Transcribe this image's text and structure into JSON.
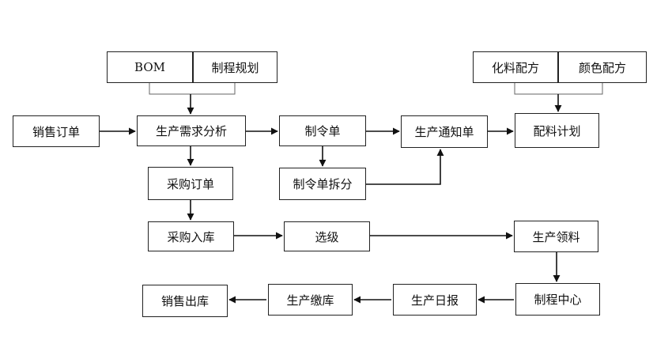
{
  "diagram": {
    "nodes": {
      "bom": "BOM",
      "process_planning": "制程规划",
      "chem_formula": "化料配方",
      "color_formula": "颜色配方",
      "sales_order": "销售订单",
      "production_demand_analysis": "生产需求分析",
      "work_order": "制令单",
      "production_notice": "生产通知单",
      "material_plan": "配料计划",
      "purchase_order": "采购订单",
      "work_order_split": "制令单拆分",
      "purchase_receipt": "采购入库",
      "grading": "选级",
      "production_picking": "生产领料",
      "process_center": "制程中心",
      "production_daily_report": "生产日报",
      "production_storage": "生产缴库",
      "sales_outbound": "销售出库"
    }
  }
}
